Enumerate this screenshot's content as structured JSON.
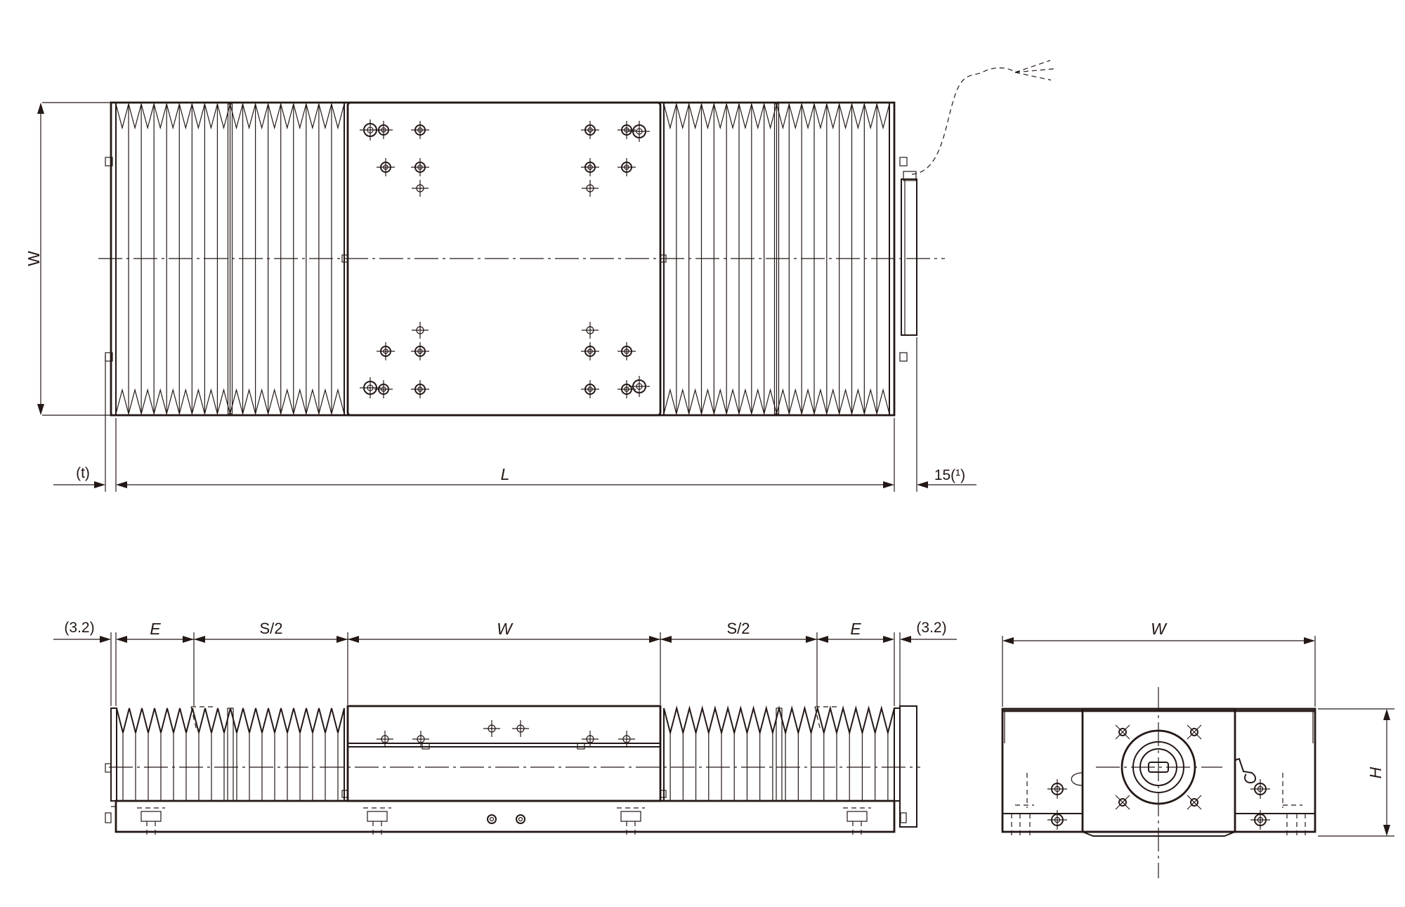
{
  "labels": {
    "top_w": "W",
    "top_t": "(t)",
    "top_l": "L",
    "top_15": "15(¹)",
    "side_32_left": "(3.2)",
    "side_e_left": "E",
    "side_s2_left": "S/2",
    "side_w": "W",
    "side_s2_right": "S/2",
    "side_e_right": "E",
    "side_32_right": "(3.2)",
    "end_w": "W",
    "end_h": "H"
  }
}
